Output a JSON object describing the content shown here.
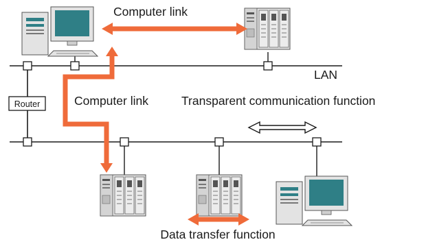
{
  "labels": {
    "computer_link_top": "Computer link",
    "lan": "LAN",
    "router": "Router",
    "computer_link_mid": "Computer link",
    "transparent": "Transparent communication function",
    "data_transfer": "Data transfer function"
  },
  "colors": {
    "accent": "#ef6b3a",
    "line": "#1a1a1a",
    "screen": "#2f7f86",
    "device_body": "#e3e3e3"
  }
}
